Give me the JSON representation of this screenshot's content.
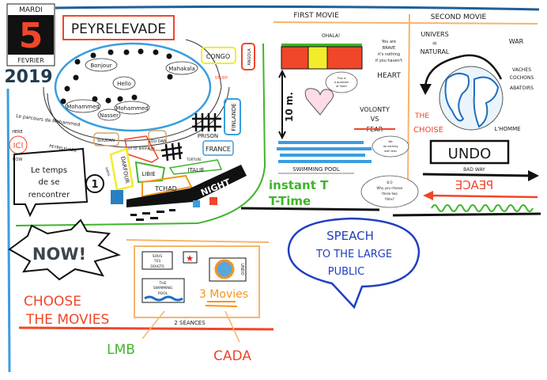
{
  "colors": {
    "blue": "#3a9ee0",
    "dark_blue": "#1f5f99",
    "red": "#f0462a",
    "yellow": "#f3ec2c",
    "green": "#3fb52a",
    "orange": "#f7b46b",
    "black": "#111111",
    "tan": "#d9a46a"
  },
  "date": {
    "day_name": "MARDI",
    "day": "5",
    "month": "FEVRIER",
    "year": "2019"
  },
  "map": {
    "title": "PEYRELEVADE",
    "bubbles": [
      "Bonjour",
      "Hello",
      "Mahakala",
      "Mohammed",
      "Nasser",
      "Mohammed"
    ],
    "path_label": "Le parcours de Mohammed",
    "here": "HERE",
    "ici": "ICI",
    "now": "NOW",
    "road_label": "PEYRELEVADE",
    "places": {
      "congo": "CONGO",
      "angola": "ANGOLA",
      "finlande": "FINLANDE",
      "prison": "PRISON",
      "france": "FRANCE",
      "soudan": "SOUDAN",
      "sou_dan": "SOU DAN",
      "lot_of_barriers": "LOT OF BARRIERS",
      "darfour": "DARFOUR",
      "libie": "LIBIE",
      "italie": "ITALIE",
      "tchad": "TCHAD",
      "paris": "PARIS",
      "torture": "TORTURE",
      "night": "NIGHT",
      "study": "STUDY"
    },
    "meeting": {
      "text": [
        "Le temps",
        "de se",
        "rencontrer"
      ],
      "number": "1"
    }
  },
  "first_movie": {
    "title": "FIRST MOVIE",
    "ohala": "OHALA!",
    "brave": [
      "You are",
      "BRAVE",
      "it's nothing",
      "if you haven't"
    ],
    "heart": "HEART",
    "question_bubble": [
      "This is",
      "a question",
      "of heart"
    ],
    "height": "10 m.",
    "volonty": "VOLONTY",
    "vs": "VS",
    "fear": "FEAR",
    "nothing_bubble": [
      "We",
      "do nothing",
      "with that"
    ],
    "pool": "SWIMMING POOL",
    "instant": "instant T",
    "ttime": "T-Time",
    "why_bubble": [
      "B.O",
      "Why you choose",
      "these two",
      "films?"
    ]
  },
  "second_movie": {
    "title": "SECOND MOVIE",
    "univers": "UNIVERS",
    "equals": "=",
    "natural": "NATURAL",
    "war": "WAR",
    "animals": [
      "VACHES",
      "COCHONS",
      "ABATOIRS"
    ],
    "choise": [
      "THE",
      "CHOISE"
    ],
    "homme": "L'HOMME",
    "undo": "UNDO",
    "bad_way": "BAD WAY",
    "peace": "PEACE"
  },
  "bottom": {
    "now": "NOW!",
    "choose": [
      "CHOOSE",
      "THE MOVIES"
    ],
    "movies": {
      "sous": [
        "SOUS",
        "TES",
        "DOIGTS"
      ],
      "pool": [
        "THE",
        "SWIMMING",
        "POOL"
      ],
      "undo": "UNDO"
    },
    "three_movies": "3 Movies",
    "seances": "2 SÉANCES",
    "lmb": "LMB",
    "cada": "CADA",
    "speach": [
      "SPEACH",
      "TO THE LARGE",
      "PUBLIC"
    ]
  }
}
